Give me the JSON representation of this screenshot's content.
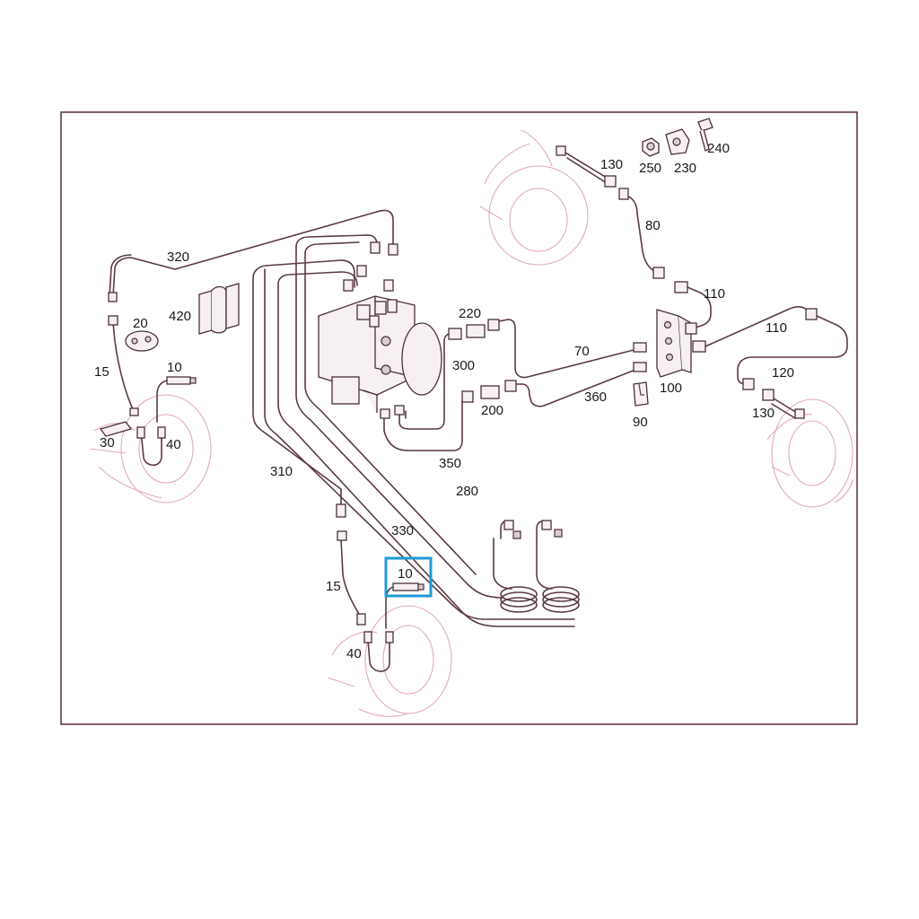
{
  "colors": {
    "frame": "#5a2a35",
    "line": "#5a3a40",
    "ghost": "#e3aab8",
    "highlight": "#1e9ad6"
  },
  "labels": {
    "l130a": "130",
    "l250": "250",
    "l230": "230",
    "l240": "240",
    "l80": "80",
    "l320": "320",
    "l110a": "110",
    "l110b": "110",
    "l420": "420",
    "l20": "20",
    "l220": "220",
    "l70": "70",
    "l15a": "15",
    "l10a": "10",
    "l300": "300",
    "l120": "120",
    "l100": "100",
    "l360": "360",
    "l200": "200",
    "l130b": "130",
    "l30": "30",
    "l40a": "40",
    "l90": "90",
    "l310": "310",
    "l350": "350",
    "l280": "280",
    "l330": "330",
    "l10b": "10",
    "l15b": "15",
    "l40b": "40"
  }
}
